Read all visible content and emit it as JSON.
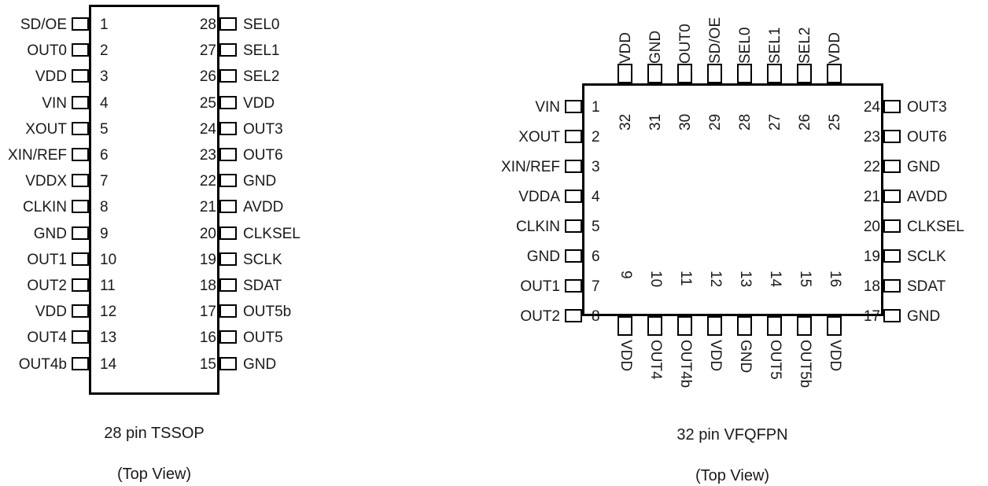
{
  "packages": {
    "tssop": {
      "caption_line1": "28 pin TSSOP",
      "caption_line2": "(Top View)",
      "left_pins": [
        {
          "num": "1",
          "label": "SD/OE"
        },
        {
          "num": "2",
          "label": "OUT0"
        },
        {
          "num": "3",
          "label": "VDD"
        },
        {
          "num": "4",
          "label": "VIN"
        },
        {
          "num": "5",
          "label": "XOUT"
        },
        {
          "num": "6",
          "label": "XIN/REF"
        },
        {
          "num": "7",
          "label": "VDDX"
        },
        {
          "num": "8",
          "label": "CLKIN"
        },
        {
          "num": "9",
          "label": "GND"
        },
        {
          "num": "10",
          "label": "OUT1"
        },
        {
          "num": "11",
          "label": "OUT2"
        },
        {
          "num": "12",
          "label": "VDD"
        },
        {
          "num": "13",
          "label": "OUT4"
        },
        {
          "num": "14",
          "label": "OUT4b"
        }
      ],
      "right_pins": [
        {
          "num": "28",
          "label": "SEL0"
        },
        {
          "num": "27",
          "label": "SEL1"
        },
        {
          "num": "26",
          "label": "SEL2"
        },
        {
          "num": "25",
          "label": "VDD"
        },
        {
          "num": "24",
          "label": "OUT3"
        },
        {
          "num": "23",
          "label": "OUT6"
        },
        {
          "num": "22",
          "label": "GND"
        },
        {
          "num": "21",
          "label": "AVDD"
        },
        {
          "num": "20",
          "label": "CLKSEL"
        },
        {
          "num": "19",
          "label": "SCLK"
        },
        {
          "num": "18",
          "label": "SDAT"
        },
        {
          "num": "17",
          "label": "OUT5b"
        },
        {
          "num": "16",
          "label": "OUT5"
        },
        {
          "num": "15",
          "label": "GND"
        }
      ]
    },
    "vfqfpn": {
      "caption_line1": "32 pin VFQFPN",
      "caption_line2": "(Top View)",
      "left_pins": [
        {
          "num": "1",
          "label": "VIN"
        },
        {
          "num": "2",
          "label": "XOUT"
        },
        {
          "num": "3",
          "label": "XIN/REF"
        },
        {
          "num": "4",
          "label": "VDDA"
        },
        {
          "num": "5",
          "label": "CLKIN"
        },
        {
          "num": "6",
          "label": "GND"
        },
        {
          "num": "7",
          "label": "OUT1"
        },
        {
          "num": "8",
          "label": "OUT2"
        }
      ],
      "right_pins": [
        {
          "num": "24",
          "label": "OUT3"
        },
        {
          "num": "23",
          "label": "OUT6"
        },
        {
          "num": "22",
          "label": "GND"
        },
        {
          "num": "21",
          "label": "AVDD"
        },
        {
          "num": "20",
          "label": "CLKSEL"
        },
        {
          "num": "19",
          "label": "SCLK"
        },
        {
          "num": "18",
          "label": "SDAT"
        },
        {
          "num": "17",
          "label": "GND"
        }
      ],
      "top_pins": [
        {
          "num": "32",
          "label": "VDD"
        },
        {
          "num": "31",
          "label": "GND"
        },
        {
          "num": "30",
          "label": "OUT0"
        },
        {
          "num": "29",
          "label": "SD/OE"
        },
        {
          "num": "28",
          "label": "SEL0"
        },
        {
          "num": "27",
          "label": "SEL1"
        },
        {
          "num": "26",
          "label": "SEL2"
        },
        {
          "num": "25",
          "label": "VDD"
        }
      ],
      "bottom_pins": [
        {
          "num": "9",
          "label": "VDD"
        },
        {
          "num": "10",
          "label": "OUT4"
        },
        {
          "num": "11",
          "label": "OUT4b"
        },
        {
          "num": "12",
          "label": "VDD"
        },
        {
          "num": "13",
          "label": "GND"
        },
        {
          "num": "14",
          "label": "OUT5"
        },
        {
          "num": "15",
          "label": "OUT5b"
        },
        {
          "num": "16",
          "label": "VDD"
        }
      ]
    }
  },
  "colors": {
    "outline": "#000000",
    "text": "#1a1a1a",
    "background": "#ffffff"
  }
}
